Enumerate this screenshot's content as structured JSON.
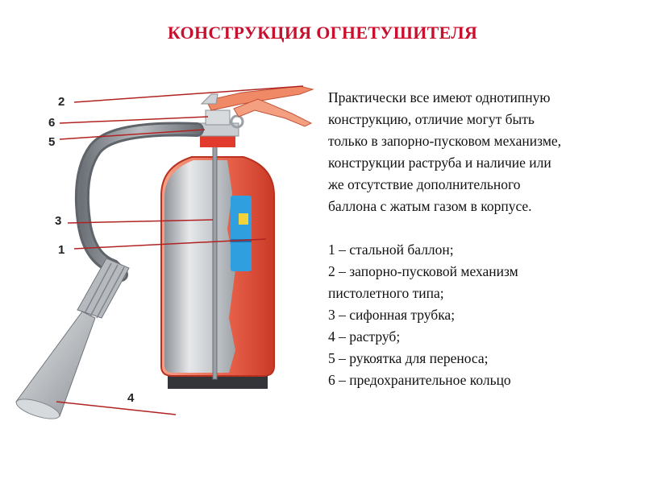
{
  "title": "КОНСТРУКЦИЯ ОГНЕТУШИТЕЛЯ",
  "description": [
    "Практически все имеют однотипную",
    "конструкцию, отличие могут быть",
    "только в запорно-пусковом механизме,",
    "конструкции раструба и наличие или",
    "же отсутствие дополнительного",
    "баллона с жатым газом в корпусе."
  ],
  "legend": [
    "1 – стальной баллон;",
    "2 – запорно-пусковой механизм",
    "пистолетного типа;",
    "3 – сифонная трубка;",
    "4 – раструб;",
    "5 – рукоятка для переноса;",
    "6 – предохранительное кольцо"
  ],
  "callouts": {
    "c1": "1",
    "c2": "2",
    "c3": "3",
    "c4": "4",
    "c5": "5",
    "c6": "6"
  },
  "colors": {
    "title": "#c8102e",
    "leader_lines": "#b22222",
    "cylinder_red": "#e8614a",
    "cylinder_silver": "#c9cdd2",
    "cylinder_inner_blue": "#2f9fe0"
  }
}
